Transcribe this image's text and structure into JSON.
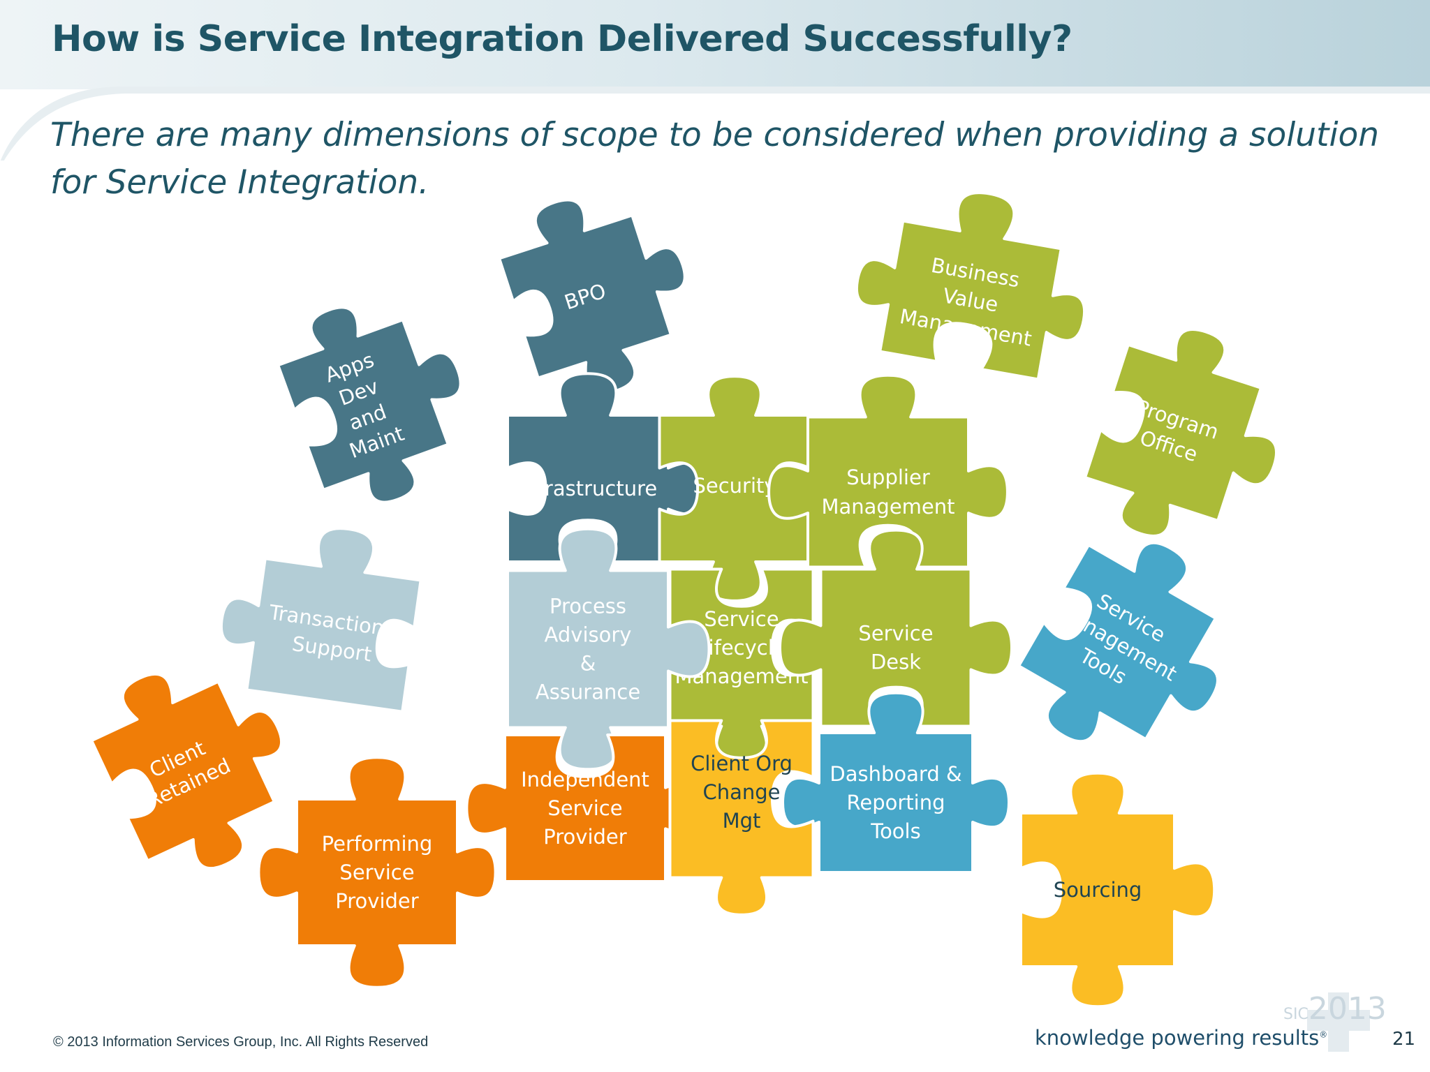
{
  "slide": {
    "title": "How is Service Integration Delivered Successfully?",
    "subtitle": "There are many dimensions of scope to be considered when providing a solution for Service Integration.",
    "page_number": "21"
  },
  "footer": {
    "copyright": "© 2013 Information Services Group, Inc. All Rights Reserved",
    "tagline": "knowledge powering results",
    "tagline_mark": "®",
    "logo_text": "SIC",
    "logo_year": "2013"
  },
  "colors": {
    "title": "#1f5566",
    "teal_dark": "#487687",
    "green": "#abbb38",
    "light_blue": "#b3cdd6",
    "orange": "#f07d07",
    "yellow": "#fbbd24",
    "blue": "#47a7c9"
  },
  "pieces": [
    {
      "id": "bpo",
      "label_lines": [
        "BPO"
      ],
      "color": "teal_dark"
    },
    {
      "id": "apps-dev-maint",
      "label_lines": [
        "Apps",
        "Dev",
        "and",
        "Maint"
      ],
      "color": "teal_dark"
    },
    {
      "id": "infrastructure",
      "label_lines": [
        "Infrastructure"
      ],
      "color": "teal_dark"
    },
    {
      "id": "security",
      "label_lines": [
        "Security"
      ],
      "color": "green"
    },
    {
      "id": "supplier-management",
      "label_lines": [
        "Supplier",
        "Management"
      ],
      "color": "green"
    },
    {
      "id": "business-value-management",
      "label_lines": [
        "Business",
        "Value",
        "Management"
      ],
      "color": "green"
    },
    {
      "id": "program-office",
      "label_lines": [
        "Program",
        "Office"
      ],
      "color": "green"
    },
    {
      "id": "service-lifecycle-management",
      "label_lines": [
        "Service",
        "Lifecycle",
        "Management"
      ],
      "color": "green"
    },
    {
      "id": "service-desk",
      "label_lines": [
        "Service",
        "Desk"
      ],
      "color": "green"
    },
    {
      "id": "process-advisory-assurance",
      "label_lines": [
        "Process",
        "Advisory",
        "&",
        "Assurance"
      ],
      "color": "light_blue"
    },
    {
      "id": "transactional-support",
      "label_lines": [
        "Transactional",
        "Support"
      ],
      "color": "light_blue"
    },
    {
      "id": "service-management-tools",
      "label_lines": [
        "Service",
        "Management",
        "Tools"
      ],
      "color": "blue"
    },
    {
      "id": "dashboard-reporting-tools",
      "label_lines": [
        "Dashboard &",
        "Reporting",
        "Tools"
      ],
      "color": "blue"
    },
    {
      "id": "client-retained",
      "label_lines": [
        "Client",
        "Retained"
      ],
      "color": "orange"
    },
    {
      "id": "performing-service-provider",
      "label_lines": [
        "Performing",
        "Service",
        "Provider"
      ],
      "color": "orange"
    },
    {
      "id": "independent-service-provider",
      "label_lines": [
        "Independent",
        "Service",
        "Provider"
      ],
      "color": "orange"
    },
    {
      "id": "client-org-change-mgt",
      "label_lines": [
        "Client Org",
        "Change",
        "Mgt"
      ],
      "color": "yellow"
    },
    {
      "id": "sourcing",
      "label_lines": [
        "Sourcing"
      ],
      "color": "yellow"
    }
  ]
}
